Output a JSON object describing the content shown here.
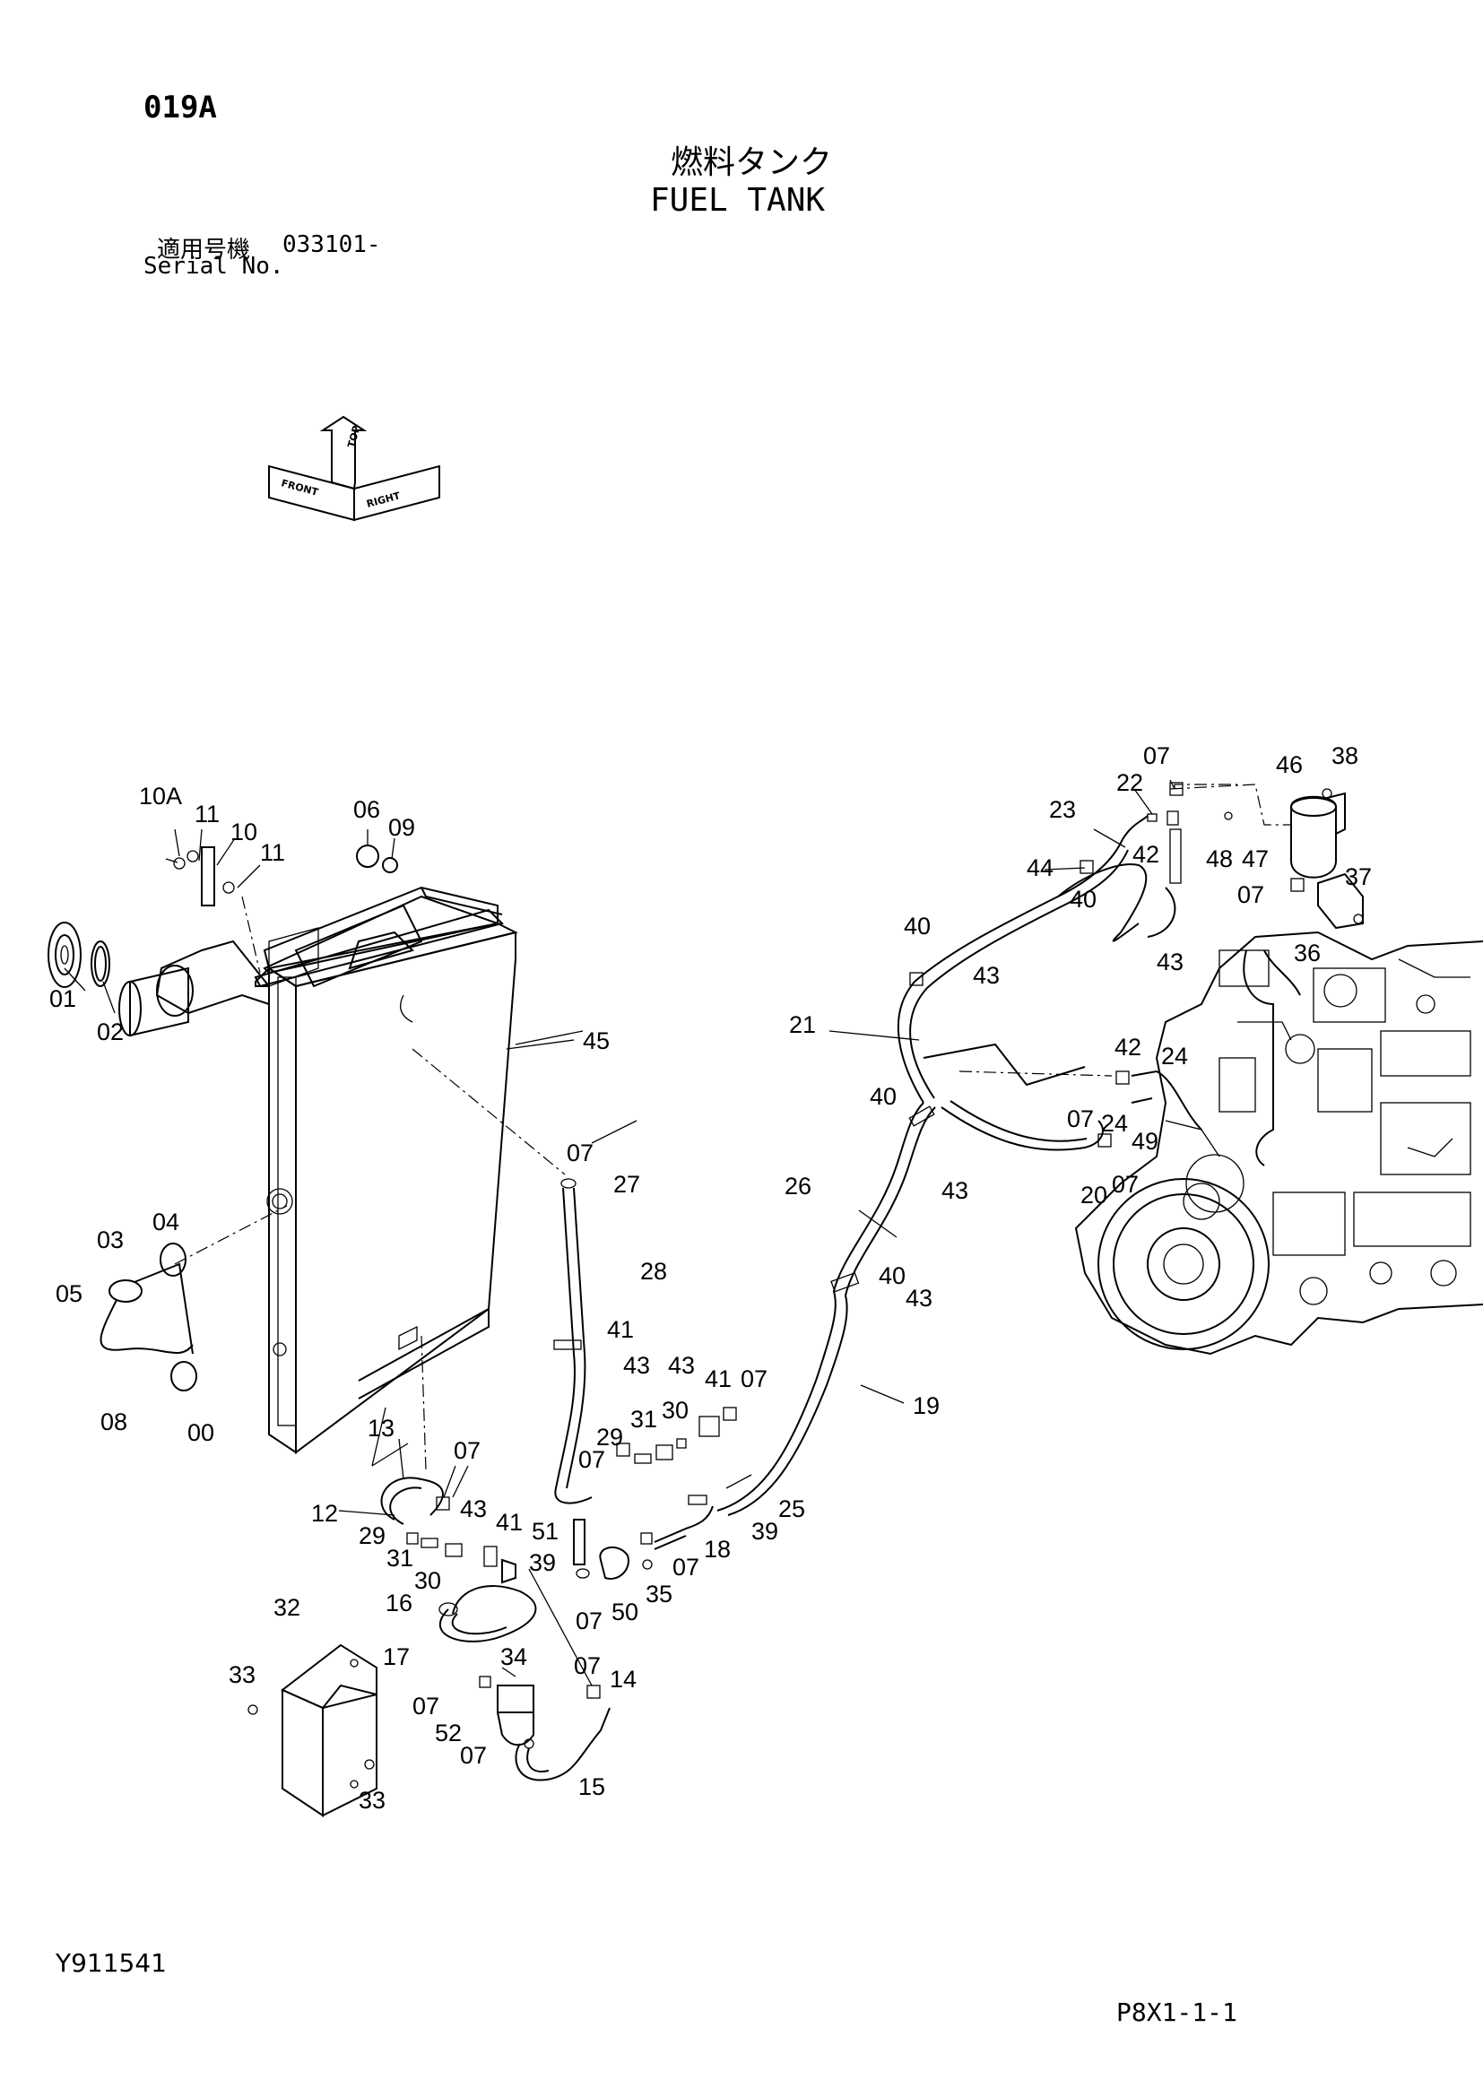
{
  "header": {
    "page_code": "019A",
    "title_jp": "燃料タンク",
    "title_en": "FUEL TANK",
    "serial_label_jp": "適用号機",
    "serial_number": "033101-",
    "serial_label_en": "Serial No."
  },
  "orientation": {
    "labels": [
      "FRONT",
      "TOP",
      "RIGHT"
    ]
  },
  "footer": {
    "drawing_number": "Y911541",
    "sheet_number": "P8X1-1-1"
  },
  "callouts": [
    "10A",
    "11",
    "10",
    "11",
    "06",
    "09",
    "01",
    "02",
    "45",
    "07",
    "27",
    "28",
    "41",
    "43",
    "03",
    "04",
    "05",
    "08",
    "00",
    "13",
    "07",
    "12",
    "29",
    "43",
    "41",
    "31",
    "30",
    "39",
    "16",
    "17",
    "32",
    "33",
    "33",
    "34",
    "07",
    "52",
    "07",
    "15",
    "07",
    "14",
    "51",
    "07",
    "50",
    "35",
    "07",
    "18",
    "29",
    "31",
    "07",
    "43",
    "30",
    "41",
    "07",
    "25",
    "39",
    "19",
    "26",
    "40",
    "43",
    "40",
    "43",
    "21",
    "40",
    "43",
    "23",
    "22",
    "42",
    "44",
    "40",
    "43",
    "07",
    "46",
    "38",
    "48",
    "47",
    "07",
    "37",
    "36",
    "42",
    "24",
    "07",
    "24",
    "49",
    "20",
    "07"
  ]
}
